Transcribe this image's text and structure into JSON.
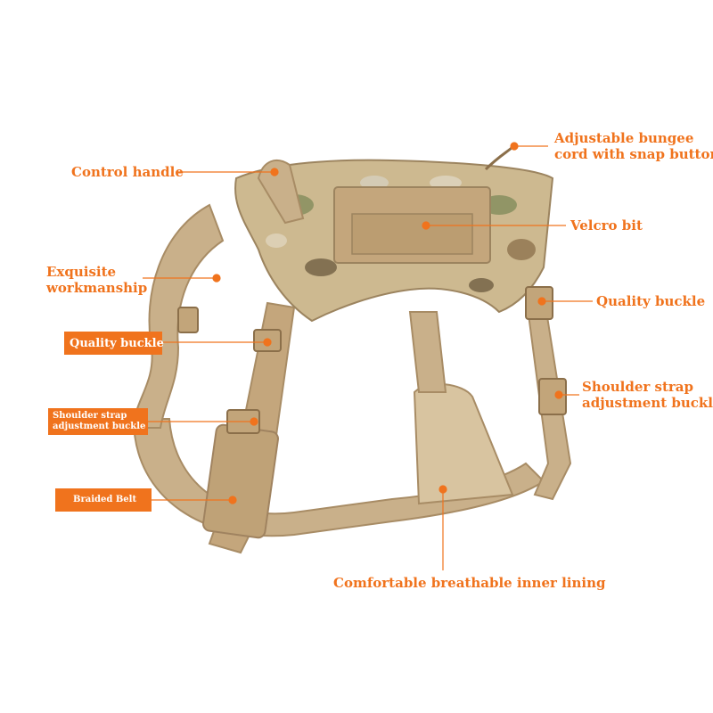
{
  "callouts": {
    "bungee": [
      "Adjustable bungee",
      "cord with snap button"
    ],
    "control_handle": "Control handle",
    "velcro": "Velcro bit",
    "workmanship": [
      "Exquisite",
      "workmanship"
    ],
    "quality_buckle_right": "Quality buckle",
    "quality_buckle_left": "Quality buckle",
    "shoulder_right": [
      "Shoulder strap",
      "adjustment buckle"
    ],
    "shoulder_left": [
      "Shoulder strap",
      "adjustment buckle"
    ],
    "braided_belt": "Braided Belt",
    "inner_lining": "Comfortable breathable inner lining"
  },
  "colors": {
    "accent": "#f0731d",
    "strap": "#c9b08a",
    "strap_dark": "#a88c65",
    "camo_base": "#cdb990"
  }
}
